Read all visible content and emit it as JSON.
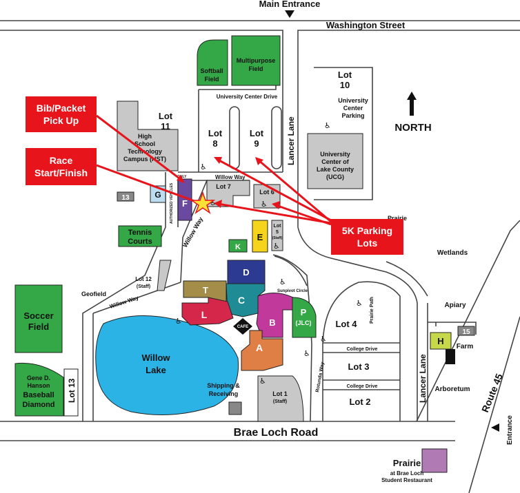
{
  "map": {
    "top_label": "Main Entrance",
    "streets": {
      "washington": "Washington Street",
      "brae_loch": "Brae Loch Road",
      "route45": "Route 45",
      "lancer_lane_top": "Lancer Lane",
      "lancer_lane_bottom": "Lancer Lane",
      "willow_way_top": "Willow Way",
      "willow_way_diag": "Willow Way",
      "willow_way_bottom": "Willow Way",
      "university_center_drive": "University Center Drive",
      "college_drive_1": "College Drive",
      "college_drive_2": "College Drive",
      "rotunda_way": "Rotunda Way",
      "prairie_path": "Prairie Path",
      "sunpivot_circle": "Sunpivot Circle",
      "authorized": "AUTHORIZED VEHICLES",
      "only": "ONLY",
      "geofield": "Geofield"
    },
    "north": "NORTH",
    "entrance": "Entrance",
    "areas": {
      "softball": [
        "Softball",
        "Field"
      ],
      "multipurpose": [
        "Multipurpose",
        "Field"
      ],
      "soccer": [
        "Soccer",
        "Field"
      ],
      "baseball": [
        "Gene D.",
        "Hanson",
        "Baseball",
        "Diamond"
      ],
      "tennis": [
        "Tennis",
        "Courts"
      ],
      "willow_lake": [
        "Willow",
        "Lake"
      ],
      "wetlands": "Wetlands",
      "apiary": "Apiary",
      "farm": "Farm",
      "arboretum": "Arboretum",
      "prairie_mid": "Prairie",
      "shipping": [
        "Shipping &",
        "Receiving"
      ]
    },
    "lots": {
      "lot10": [
        "Lot",
        "10"
      ],
      "lot10_sub": [
        "University",
        "Center",
        "Parking"
      ],
      "lot11": [
        "Lot",
        "11"
      ],
      "lot8": [
        "Lot",
        "8"
      ],
      "lot9": [
        "Lot",
        "9"
      ],
      "lot7": "Lot 7",
      "lot6": "Lot 6",
      "lot5": [
        "Lot",
        "5"
      ],
      "lot5_sub": "(Staff)",
      "lot12": [
        "Lot 12",
        "(Staff)"
      ],
      "lot13_badge": "13",
      "lot13_side": "Lot 13",
      "lot15_badge": "15",
      "lot4": "Lot 4",
      "lot3": "Lot 3",
      "lot2": "Lot 2",
      "lot1": [
        "Lot 1",
        "(Staff)"
      ]
    },
    "hst": [
      "High",
      "School",
      "Technology",
      "Campus (HST)"
    ],
    "ucg": [
      "University",
      "Center of",
      "Lake County",
      "(UCG)"
    ],
    "buildings": {
      "A": "A",
      "B": "B",
      "C": "C",
      "D": "D",
      "E": "E",
      "F": "F",
      "G": "G",
      "H": "H",
      "K": "K",
      "L": "L",
      "T": "T",
      "P": [
        "P",
        "(JLC)"
      ],
      "cafe": "CAFE"
    },
    "prairie_restaurant": [
      "Prairie",
      "at Brae Loch",
      "Student Restaurant"
    ],
    "callouts": {
      "bib": [
        "Bib/Packet",
        "Pick Up"
      ],
      "race": [
        "Race",
        "Start/Finish"
      ],
      "parking": [
        "5K Parking",
        "Lots"
      ]
    },
    "colors": {
      "callout_red": "#e8141b",
      "green": "#34a847",
      "building_A": "#e07f45",
      "building_B": "#c0399b",
      "building_C": "#1e8b95",
      "building_D": "#2c3a92",
      "building_E": "#f5d41b",
      "building_F": "#6a4aa0",
      "building_L": "#d5274a",
      "building_T": "#a38d48",
      "building_G": "#bcdcf2",
      "building_H": "#c6d84a",
      "lake": "#2bb3e6",
      "prairie_restaurant": "#b07ab4",
      "lot_gray": "#c8c8c8"
    }
  }
}
